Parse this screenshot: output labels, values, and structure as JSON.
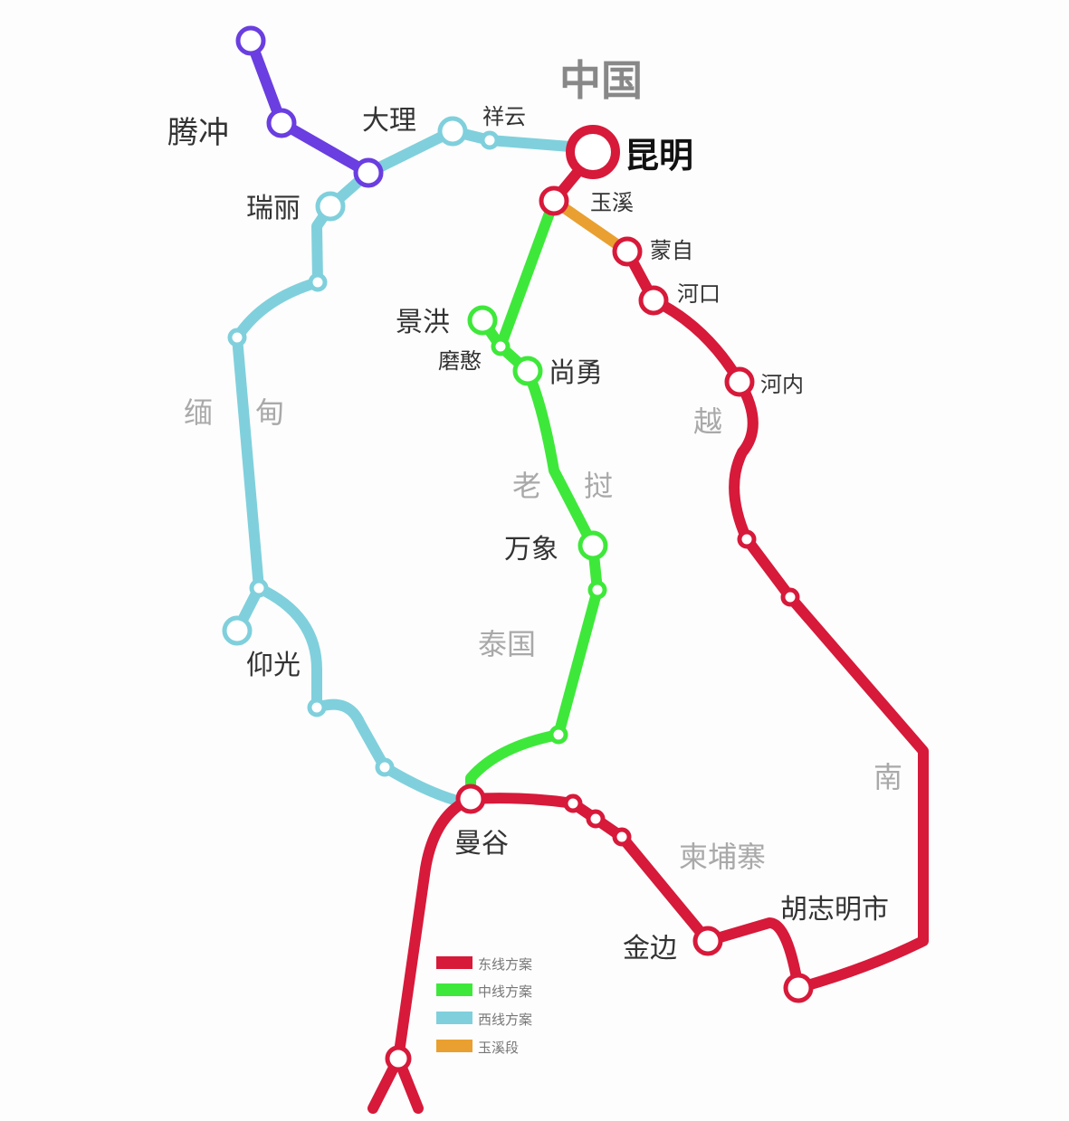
{
  "colors": {
    "east": "#d7193a",
    "middle": "#3ee83a",
    "west": "#7fd0dc",
    "yuxi": "#e9a030",
    "tengchong": "#6a3ee0"
  },
  "countries": {
    "china": "中国",
    "myanmar_1": "缅",
    "myanmar_2": "甸",
    "laos_1": "老",
    "laos_2": "挝",
    "thailand": "泰国",
    "vietnam_1": "越",
    "vietnam_2": "南",
    "cambodia": "柬埔寨"
  },
  "stations": {
    "kunming": "昆明",
    "tengchong": "腾冲",
    "dali": "大理",
    "xiangyun": "祥云",
    "ruili": "瑞丽",
    "yuxi": "玉溪",
    "mengzi": "蒙自",
    "hekou": "河口",
    "jinghong": "景洪",
    "mohan": "磨憨",
    "shangyong": "尚勇",
    "hanoi": "河内",
    "vientiane": "万象",
    "yangon": "仰光",
    "bangkok": "曼谷",
    "phnompenh": "金边",
    "hochiminh": "胡志明市"
  },
  "legend": [
    {
      "label": "东线方案",
      "color": "#d7193a"
    },
    {
      "label": "中线方案",
      "color": "#3ee83a"
    },
    {
      "label": "西线方案",
      "color": "#7fd0dc"
    },
    {
      "label": "玉溪段",
      "color": "#e9a030"
    }
  ]
}
